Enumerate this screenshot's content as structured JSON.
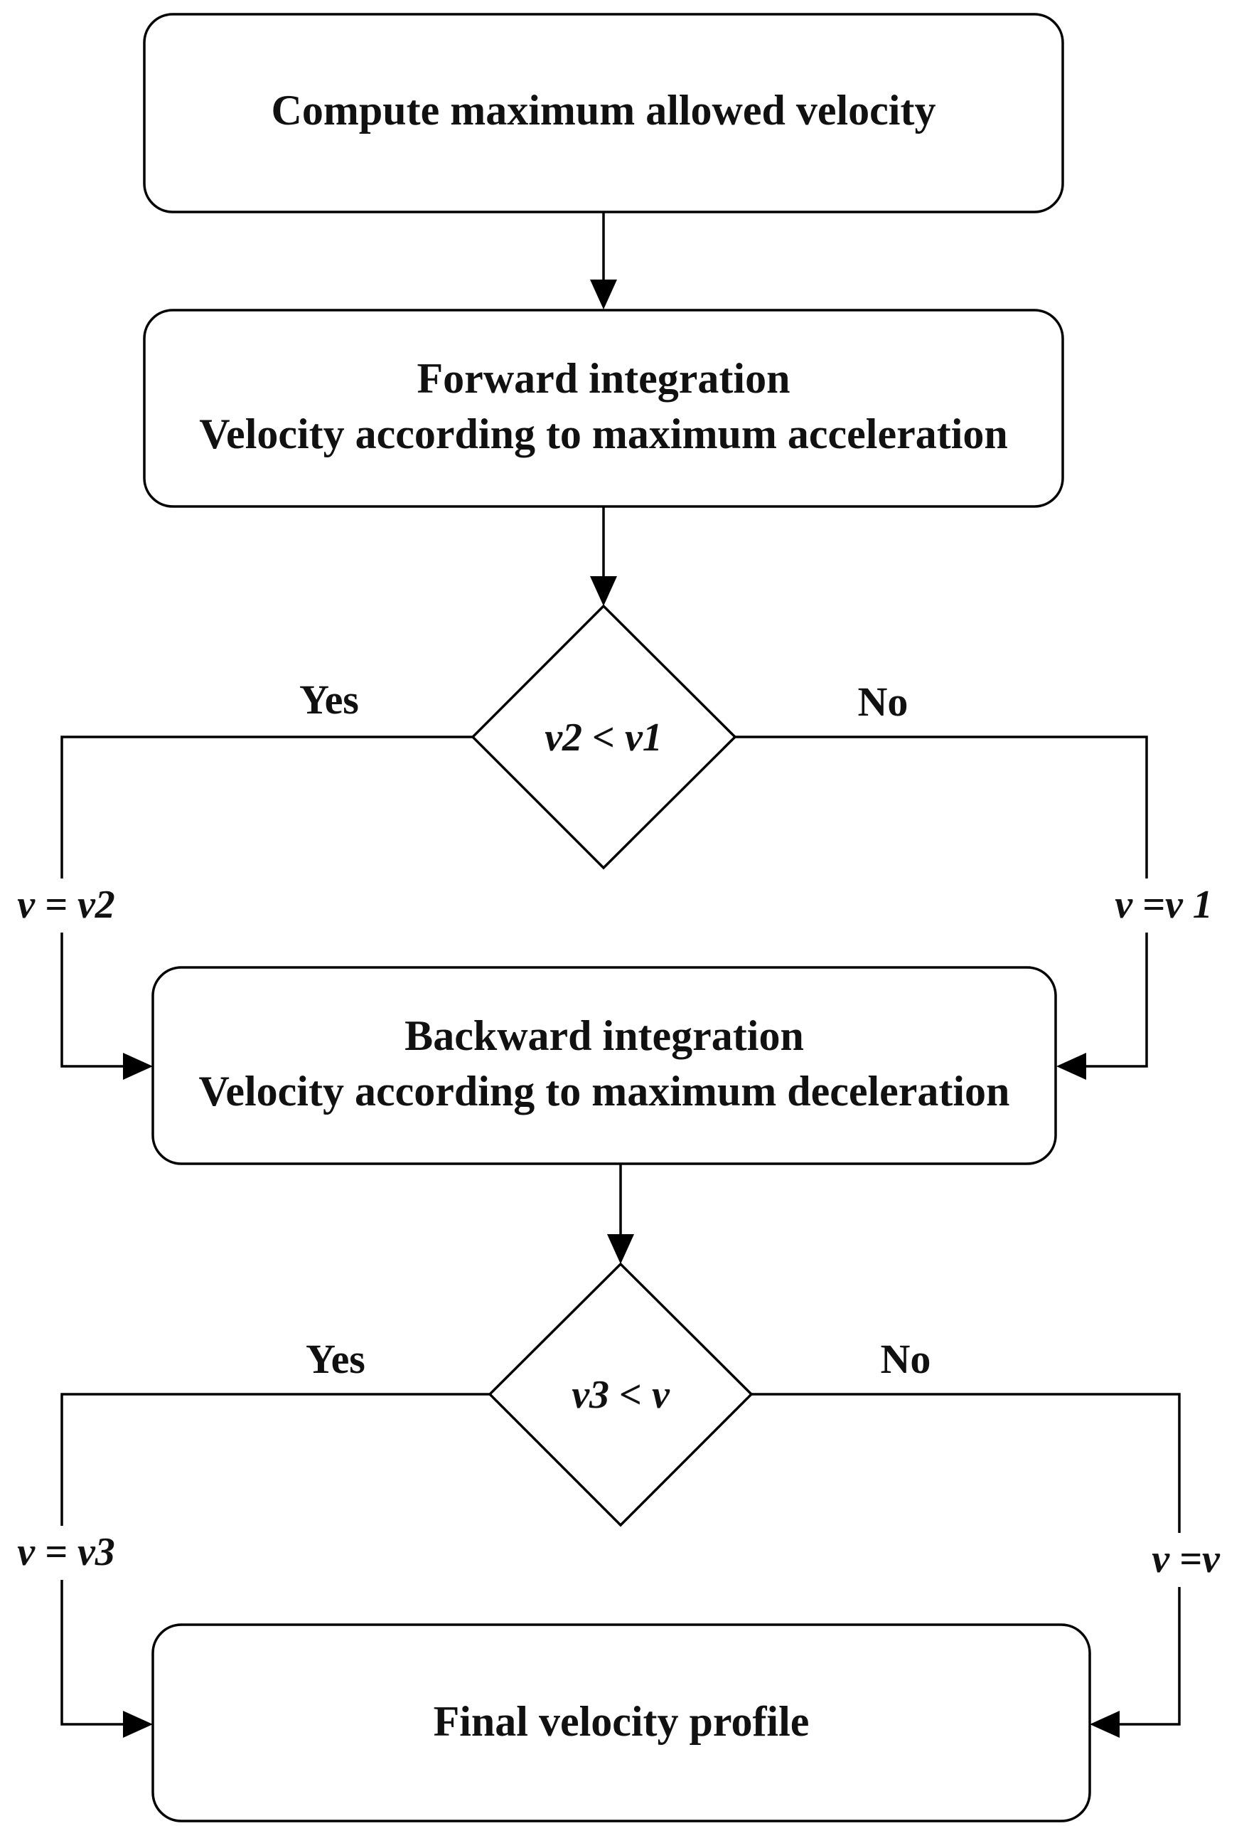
{
  "diagram": {
    "steps": {
      "compute_max": {
        "line1": "Compute maximum allowed velocity"
      },
      "forward": {
        "line1": "Forward integration",
        "line2": "Velocity according to maximum acceleration"
      },
      "backward": {
        "line1": "Backward integration",
        "line2": "Velocity according to maximum deceleration"
      },
      "final": {
        "line1": "Final velocity profile"
      }
    },
    "decisions": {
      "first": {
        "condition": "v2 < v1",
        "yes_label": "Yes",
        "no_label": "No",
        "yes_assignment": "v = v2",
        "no_assignment": "v =v 1"
      },
      "second": {
        "condition": "v3 < v",
        "yes_label": "Yes",
        "no_label": "No",
        "yes_assignment": "v = v3",
        "no_assignment": "v =v"
      }
    }
  }
}
